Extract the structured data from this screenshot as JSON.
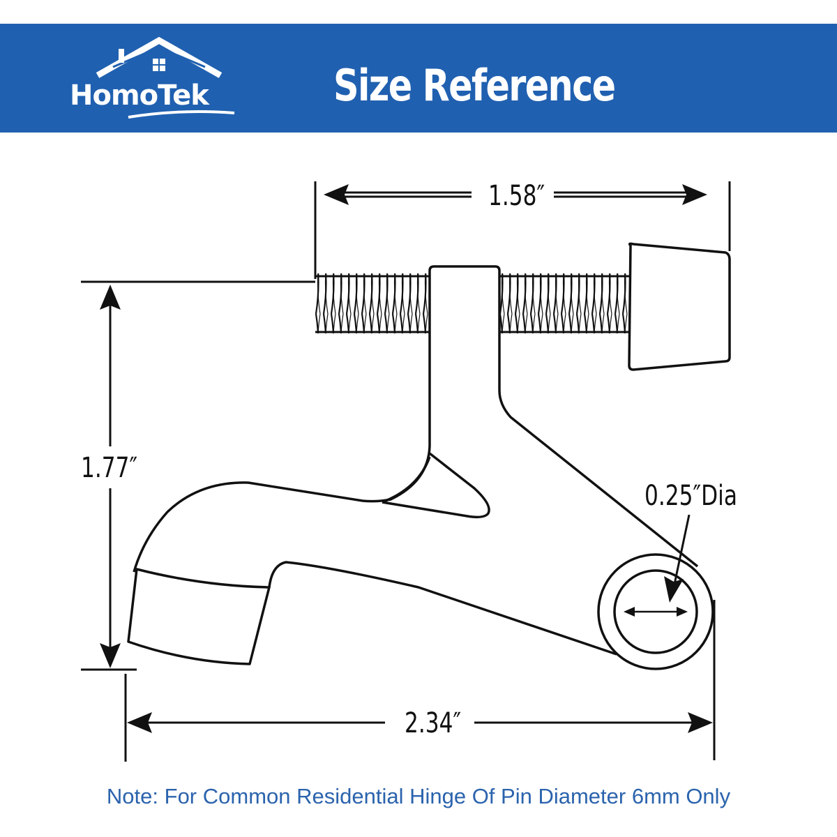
{
  "header": {
    "logo_text": "HomoTek",
    "title": "Size Reference",
    "background_color": "#2060b0"
  },
  "dimensions": {
    "width_top": "1.58″",
    "height_left": "1.77″",
    "width_bottom": "2.34″",
    "pin_diameter": "0.25″Dia"
  },
  "note": "Note: For Common Residential Hinge Of Pin Diameter 6mm Only",
  "colors": {
    "note_text": "#2b63ad",
    "line": "#111111"
  }
}
